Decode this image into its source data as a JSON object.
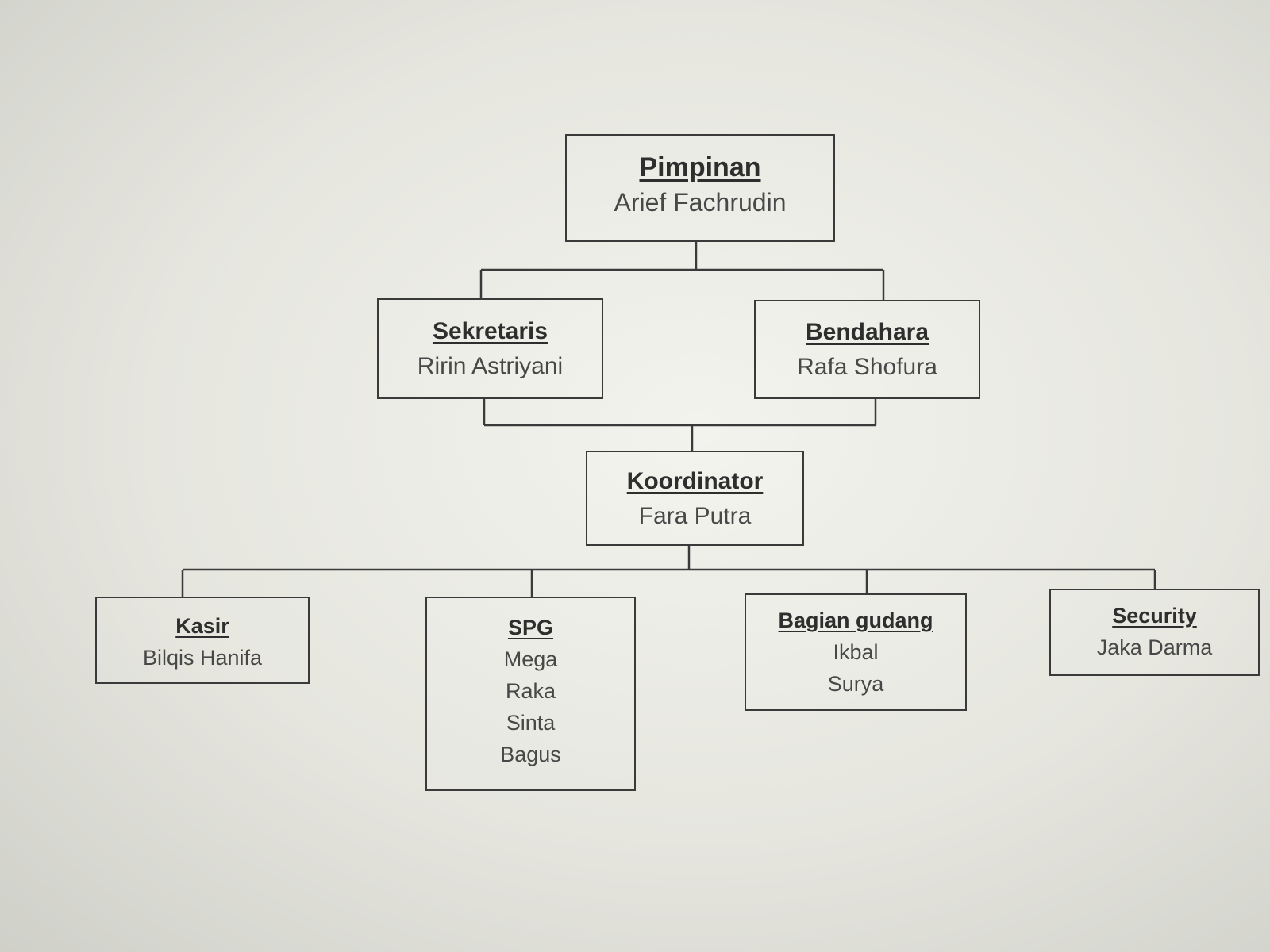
{
  "org_chart": {
    "pimpinan": {
      "title": "Pimpinan",
      "names": [
        "Arief Fachrudin"
      ]
    },
    "sekretaris": {
      "title": "Sekretaris",
      "names": [
        "Ririn Astriyani"
      ]
    },
    "bendahara": {
      "title": "Bendahara",
      "names": [
        "Rafa Shofura"
      ]
    },
    "koordinator": {
      "title": "Koordinator",
      "names": [
        "Fara Putra"
      ]
    },
    "kasir": {
      "title": "Kasir",
      "names": [
        "Bilqis Hanifa"
      ]
    },
    "spg": {
      "title": "SPG",
      "names": [
        "Mega",
        "Raka",
        "Sinta",
        "Bagus"
      ]
    },
    "gudang": {
      "title": "Bagian gudang",
      "names": [
        "Ikbal",
        "Surya"
      ]
    },
    "security": {
      "title": "Security",
      "names": [
        "Jaka Darma"
      ]
    }
  }
}
